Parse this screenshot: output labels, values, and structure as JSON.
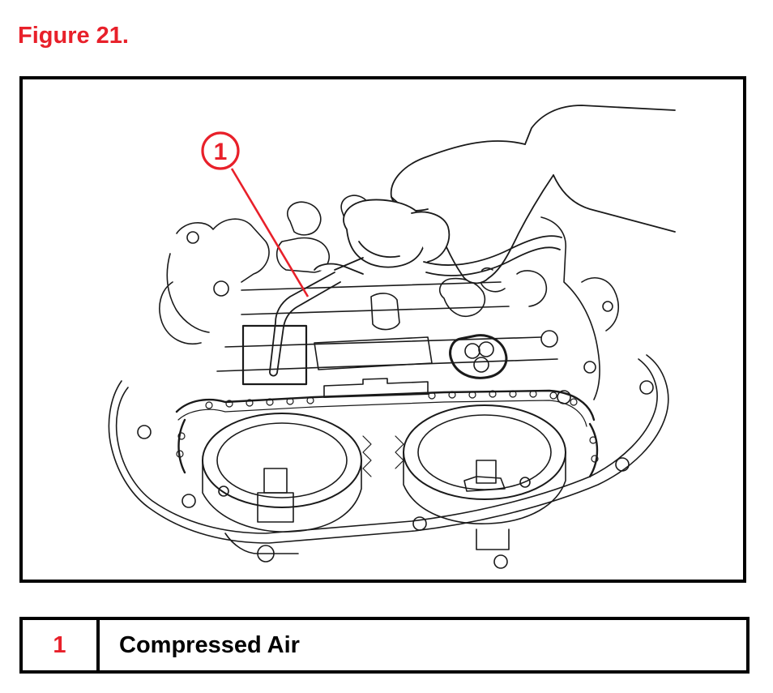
{
  "figure": {
    "title": "Figure 21."
  },
  "diagram": {
    "callouts": [
      {
        "number": "1"
      }
    ]
  },
  "legend": {
    "rows": [
      {
        "number": "1",
        "label": "Compressed Air"
      }
    ]
  },
  "colors": {
    "accent_red": "#e8202a",
    "line": "#000000",
    "background": "#ffffff"
  }
}
